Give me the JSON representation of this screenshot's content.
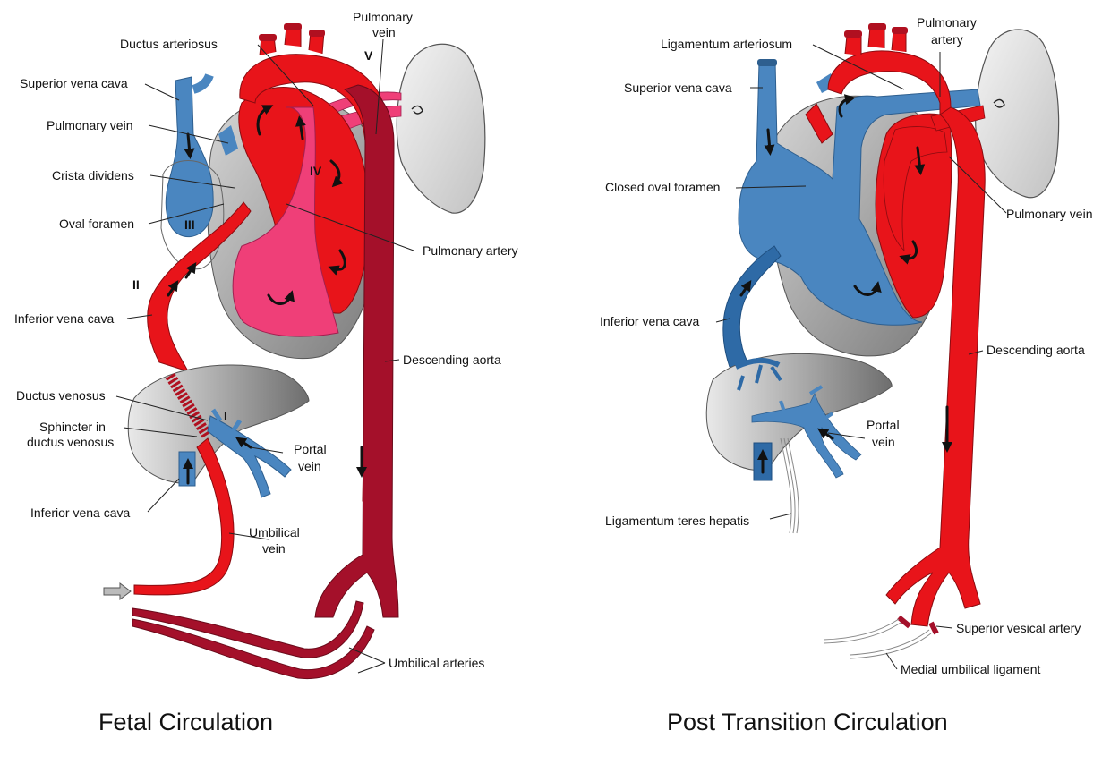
{
  "colors": {
    "oxygenated": "#e8141a",
    "deoxygenated": "#4a86c0",
    "mixed": "#ef3f78",
    "umbilical_artery": "#a4102a",
    "lung": "#dcdcdc",
    "liver": "#bcbcbc",
    "myocardium": "#8c8c8c"
  },
  "fetal": {
    "caption": "Fetal Circulation",
    "labels": {
      "ductus_arteriosus": "Ductus arteriosus",
      "pulmonary_vein_top_1": "Pulmonary",
      "pulmonary_vein_top_2": "vein",
      "superior_vena_cava": "Superior vena cava",
      "pulmonary_vein": "Pulmonary vein",
      "crista_dividens": "Crista dividens",
      "oval_foramen": "Oval foramen",
      "pulmonary_artery": "Pulmonary artery",
      "inferior_vena_cava": "Inferior vena cava",
      "descending_aorta": "Descending aorta",
      "ductus_venosus": "Ductus venosus",
      "sphincter_1": "Sphincter in",
      "sphincter_2": "ductus venosus",
      "portal_vein_1": "Portal",
      "portal_vein_2": "vein",
      "inferior_vena_cava_lower": "Inferior vena cava",
      "umbilical_vein_1": "Umbilical",
      "umbilical_vein_2": "vein",
      "umbilical_arteries": "Umbilical arteries"
    },
    "roman": {
      "I": "I",
      "II": "II",
      "III": "III",
      "IV": "IV",
      "V": "V"
    }
  },
  "post": {
    "caption": "Post Transition Circulation",
    "labels": {
      "ligamentum_arteriosum": "Ligamentum arteriosum",
      "pulmonary_artery_1": "Pulmonary",
      "pulmonary_artery_2": "artery",
      "superior_vena_cava": "Superior vena cava",
      "closed_oval_foramen": "Closed oval foramen",
      "pulmonary_vein": "Pulmonary vein",
      "inferior_vena_cava": "Inferior vena cava",
      "descending_aorta": "Descending aorta",
      "portal_vein_1": "Portal",
      "portal_vein_2": "vein",
      "ligamentum_teres": "Ligamentum teres hepatis",
      "superior_vesical_artery": "Superior vesical artery",
      "medial_umbilical_ligament": "Medial umbilical ligament"
    }
  }
}
